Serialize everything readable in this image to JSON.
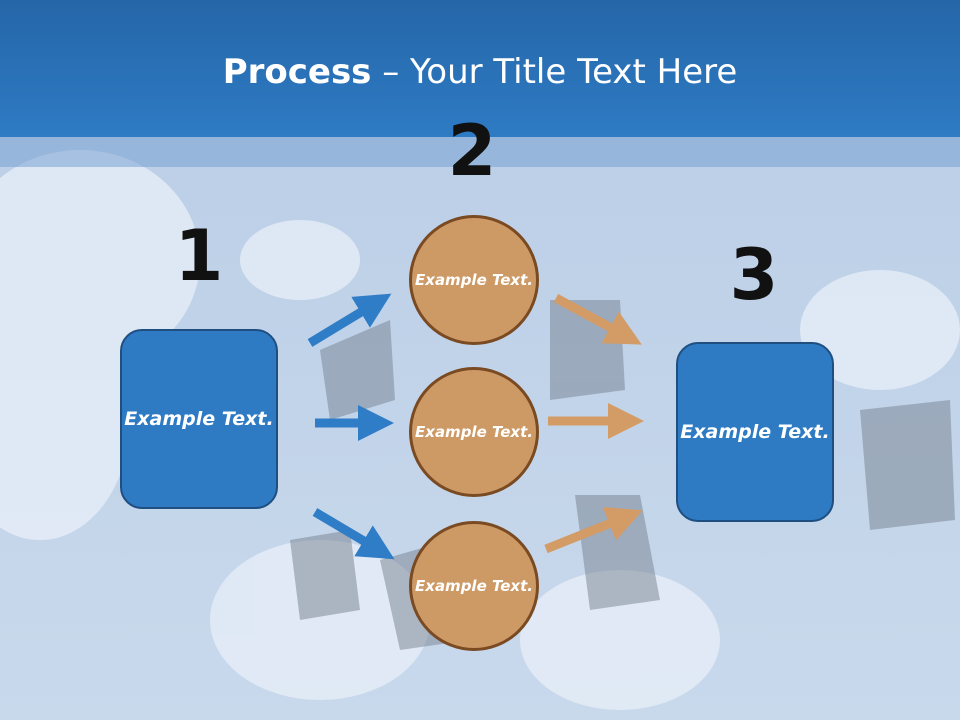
{
  "title": {
    "bold": "Process",
    "rest": " – Your Title Text Here"
  },
  "steps": {
    "one": "1",
    "two": "2",
    "three": "3"
  },
  "boxes": {
    "left": "Example Text.",
    "right": "Example Text."
  },
  "circles": [
    "Example Text.",
    "Example Text.",
    "Example Text."
  ],
  "colors": {
    "header": "#2e7bc4",
    "box": "#2e7bc4",
    "circle": "#cd9a66",
    "arrow_blue": "#2f7dc6",
    "arrow_orange": "#d39b65"
  }
}
